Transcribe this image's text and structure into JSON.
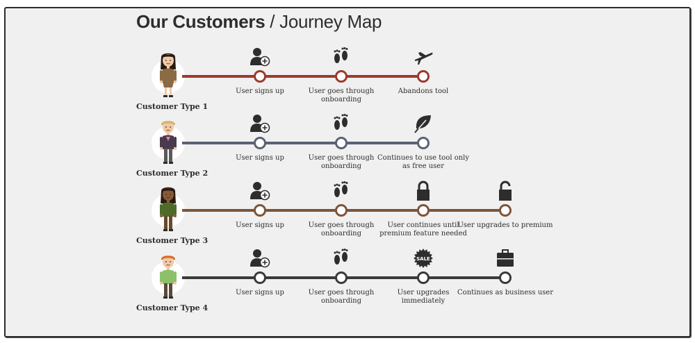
{
  "title": {
    "bold": "Our Customers",
    "rest": " / Journey Map"
  },
  "rows": [
    {
      "customer": "Customer Type 1",
      "color": "#9b3a2c",
      "steps": [
        {
          "icon": "add-user-icon",
          "label": "User signs up"
        },
        {
          "icon": "footprints-icon",
          "label": "User goes through onboarding"
        },
        {
          "icon": "airplane-icon",
          "label": "Abandons tool"
        }
      ]
    },
    {
      "customer": "Customer Type 2",
      "color": "#5b6275",
      "steps": [
        {
          "icon": "add-user-icon",
          "label": "User signs up"
        },
        {
          "icon": "footprints-icon",
          "label": "User goes through onboarding"
        },
        {
          "icon": "leaf-icon",
          "label": "Continues to use tool only as free user"
        }
      ]
    },
    {
      "customer": "Customer Type 3",
      "color": "#7c553a",
      "steps": [
        {
          "icon": "add-user-icon",
          "label": "User signs up"
        },
        {
          "icon": "footprints-icon",
          "label": "User goes through onboarding"
        },
        {
          "icon": "lock-closed-icon",
          "label": "User continues until premium feature needed"
        },
        {
          "icon": "lock-open-icon",
          "label": "User upgrades to premium"
        }
      ]
    },
    {
      "customer": "Customer Type 4",
      "color": "#3a3a3a",
      "steps": [
        {
          "icon": "add-user-icon",
          "label": "User signs up"
        },
        {
          "icon": "footprints-icon",
          "label": "User goes through onboarding"
        },
        {
          "icon": "sale-badge-icon",
          "label": "User upgrades immediately",
          "badge_text": "SALE"
        },
        {
          "icon": "briefcase-icon",
          "label": "Continues as business user"
        }
      ]
    }
  ]
}
